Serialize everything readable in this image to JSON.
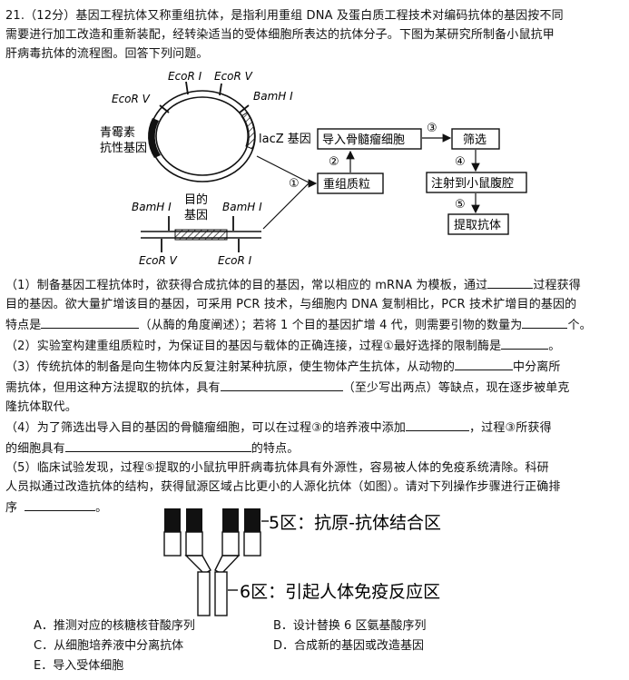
{
  "intro": {
    "line1": "21.（12分）基因工程抗体又称重组抗体，是指利用重组 DNA 及蛋白质工程技术对编码抗体的基因按不同",
    "line2": "需要进行加工改造和重新装配，经转染适当的受体细胞所表达的抗体分子。下图为某研究所制备小鼠抗甲",
    "line3": "肝病毒抗体的流程图。回答下列问题。"
  },
  "diagram1": {
    "ecor_v_left": "EcoR V",
    "ecor_i_top": "EcoR Ⅰ",
    "ecor_v_top": "EcoR V",
    "bamh_i_right": "BamH Ⅰ",
    "resistance_line1": "青霉素",
    "resistance_line2": "抗性基因",
    "lacz": "lacZ 基因",
    "bamh_i_bottom_left": "BamH Ⅰ",
    "target_gene_line1": "目的",
    "target_gene_line2": "基因",
    "bamh_i_bottom_right": "BamH Ⅰ",
    "ecor_v_bottom": "EcoR V",
    "ecor_i_bottom": "EcoR Ⅰ",
    "step1": "①",
    "step2": "②",
    "step3": "③",
    "step4": "④",
    "step5": "⑤",
    "box_recombinant": "重组质粒",
    "box_myeloma": "导入骨髓瘤细胞",
    "box_screen": "筛选",
    "box_inject": "注射到小鼠腹腔",
    "box_extract": "提取抗体"
  },
  "questions": {
    "q1_l1a": "（1）制备基因工程抗体时，欲获得合成抗体的目的基因，常以相应的 mRNA 为模板，通过",
    "q1_l1b": "过程获得",
    "q1_l2": "目的基因。欲大量扩增该目的基因，可采用 PCR 技术，与细胞内 DNA 复制相比，PCR 技术扩增目的基因的",
    "q1_l3a": "特点是",
    "q1_l3b": "（从酶的角度阐述）；若将 1 个目的基因扩增 4 代，则需要引物的数量为",
    "q1_l3c": "个。",
    "q2_a": "（2）实验室构建重组质粒时，为保证目的基因与载体的正确连接，过程①最好选择的限制酶是",
    "q2_b": "。",
    "q3_l1a": "（3）传统抗体的制备是向生物体内反复注射某种抗原，使生物体产生抗体，从动物的",
    "q3_l1b": "中分离所",
    "q3_l2a": "需抗体，但用这种方法提取的抗体，具有",
    "q3_l2b": "（至少写出两点）等缺点，现在逐步被单克",
    "q3_l3": "隆抗体取代。",
    "q4_l1a": "（4）为了筛选出导入目的基因的骨髓瘤细胞，可以在过程③的培养液中添加",
    "q4_l1b": "，过程③所获得",
    "q4_l2a": "的细胞具有",
    "q4_l2b": "的特点。",
    "q5_l1": "（5）临床试验发现，过程⑤提取的小鼠抗甲肝病毒抗体具有外源性，容易被人体的免疫系统清除。科研",
    "q5_l2": "人员拟通过改造抗体的结构，获得鼠源区域占比更小的人源化抗体（如图）。请对下列操作步骤进行正确排",
    "q5_l3a": "序",
    "q5_l3b": "。"
  },
  "diagram2": {
    "region5": "5区：抗原-抗体结合区",
    "region6": "6区：引起人体免疫反应区"
  },
  "options": {
    "A": "A．推测对应的核糖核苷酸序列",
    "B": "B．设计替换 6 区氨基酸序列",
    "C": "C．从细胞培养液中分离抗体",
    "D": "D．合成新的基因或改造基因",
    "E": "E．导入受体细胞"
  }
}
